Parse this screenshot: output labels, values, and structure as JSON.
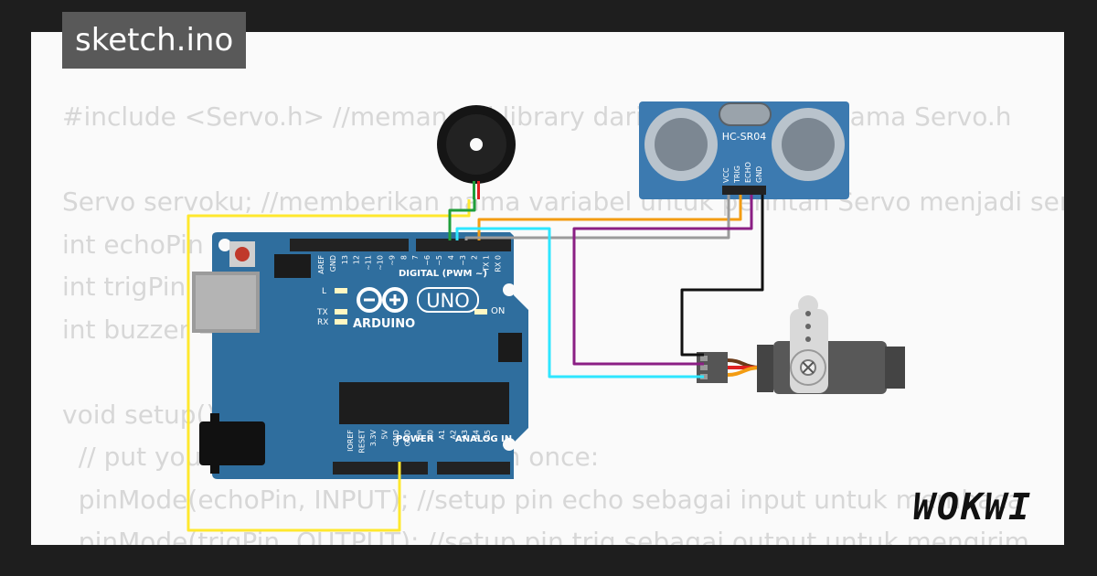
{
  "project": {
    "filename": "sketch.ino",
    "brand": "WOKWI"
  },
  "code_lines": [
    "#include <Servo.h> //memanggil library dari servo dengan nama Servo.h",
    "",
    "Servo servoku; //memberikan nama variabel untuk perintah Servo menjadi servoku",
    "int echoPin = 2; //pin echo",
    "int trigPin = 3; //pin trig",
    "int buzzer = 5; //pin buzzer",
    "",
    "void setup() {",
    "  // put your setup code here, to run once:",
    "  pinMode(echoPin, INPUT); //setup pin echo sebagai input untuk membaca",
    "  pinMode(trigPin, OUTPUT); //setup pin trig sebagai output untuk mengirim"
  ],
  "arduino": {
    "logo": "ARDUINO",
    "model": "UNO",
    "digital_label": "DIGITAL (PWM ~)",
    "power_label": "POWER",
    "analog_label": "ANALOG IN",
    "on_label": "ON",
    "l_label": "L",
    "tx_label": "TX",
    "rx_label": "RX",
    "top_pins": [
      "AREF",
      "GND",
      "13",
      "12",
      "~11",
      "~10",
      "~9",
      "8",
      "7",
      "~6",
      "~5",
      "4",
      "~3",
      "2",
      "TX 1",
      "RX 0"
    ],
    "bottom_pins": [
      "IOREF",
      "RESET",
      "3.3V",
      "5V",
      "GND",
      "GND",
      "Vin",
      "A0",
      "A1",
      "A2",
      "A3",
      "A4",
      "A5"
    ]
  },
  "ultrasonic": {
    "model": "HC-SR04",
    "pins": [
      "VCC",
      "TRIG",
      "ECHO",
      "GND"
    ]
  },
  "colors": {
    "board": "#2f6e9e",
    "yellow_wire": "#ffe82e",
    "cyan_wire": "#2ee6ff",
    "purple_wire": "#8b1f84",
    "orange_wire": "#f39c12",
    "black_wire": "#111111",
    "green_wire": "#1f9e3a",
    "red_wire": "#e02020"
  }
}
